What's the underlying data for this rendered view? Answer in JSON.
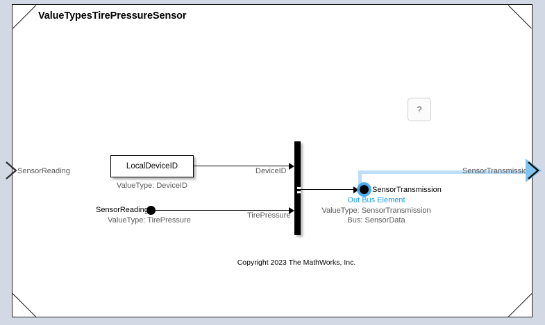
{
  "model": {
    "title": "ValueTypesTirePressureSensor",
    "copyright": "Copyright 2023 The MathWorks, Inc."
  },
  "colors": {
    "canvas_background": "#ffffff",
    "window_background": "#d2d9e4",
    "border": "#1a1a1a",
    "annotation_text": "#5a5a5a",
    "selection_blue": "#1a9cf0",
    "highlight_band": "#bcdff7",
    "signal": "#000000"
  },
  "ports": {
    "input": {
      "name": "SensorReading",
      "icon": "port-chevron-icon",
      "selected": false
    },
    "output": {
      "name": "SensorTransmission",
      "icon": "port-chevron-icon",
      "selected": true
    }
  },
  "blocks": [
    {
      "id": "local-device-id",
      "type": "Constant",
      "label": "LocalDeviceID",
      "annotation": "ValueType: DeviceID"
    },
    {
      "id": "in-bus-element-sensorreading",
      "type": "In Bus Element",
      "label": "SensorReading",
      "annotation": "ValueType: TirePressure"
    },
    {
      "id": "bus-creator",
      "type": "Bus Creator",
      "label": ""
    },
    {
      "id": "out-bus-element-sensortransmission",
      "type": "Out Bus Element",
      "label": "SensorTransmission",
      "type_label": "Out Bus Element",
      "annotation_valuetype": "ValueType: SensorTransmission",
      "annotation_bus": "Bus: SensorData",
      "selected": true
    }
  ],
  "signals": [
    {
      "id": "signal-deviceid",
      "label": "DeviceID"
    },
    {
      "id": "signal-tirepressure",
      "label": "TirePressure"
    },
    {
      "id": "signal-sensortransmission",
      "label": "SensorTransmission"
    }
  ],
  "help_badge": {
    "glyph": "?",
    "icon": "question-mark-icon"
  }
}
